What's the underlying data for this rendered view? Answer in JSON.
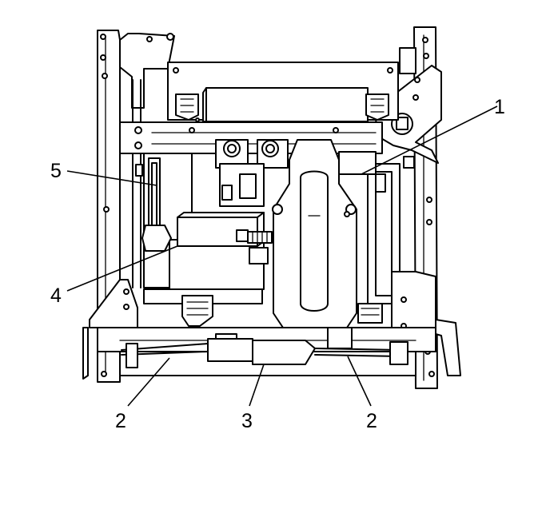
{
  "callouts": {
    "c1": "1",
    "c2a": "2",
    "c2b": "2",
    "c3": "3",
    "c4": "4",
    "c5": "5"
  },
  "colors": {
    "line": "#000000",
    "background": "#ffffff"
  }
}
